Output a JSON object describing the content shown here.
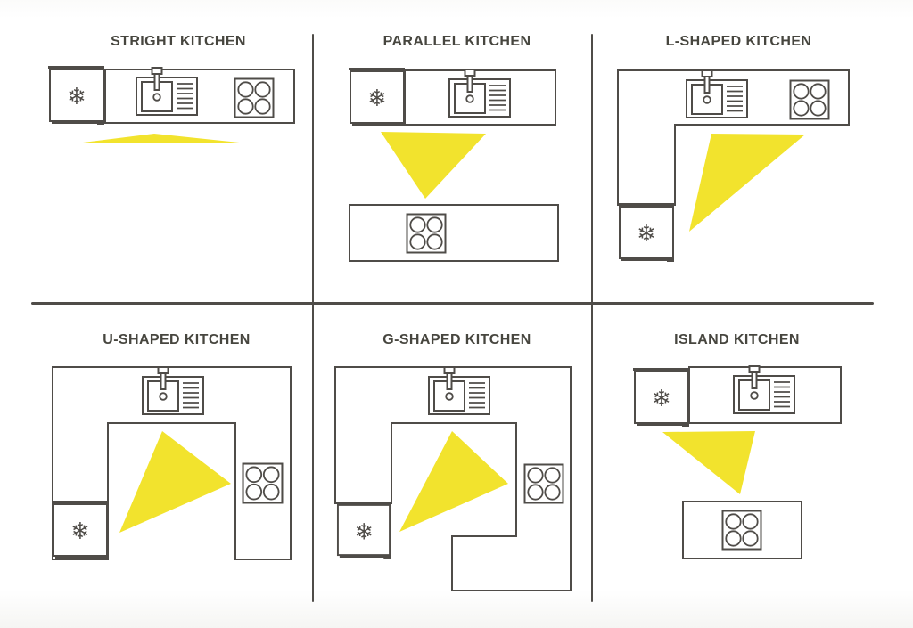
{
  "diagram": {
    "description_visible_text_only": true,
    "panels": [
      {
        "id": "straight",
        "title": "STRIGHT KITCHEN"
      },
      {
        "id": "parallel",
        "title": "PARALLEL KITCHEN"
      },
      {
        "id": "l_shaped",
        "title": "L-SHAPED KITCHEN"
      },
      {
        "id": "u_shaped",
        "title": "U-SHAPED KITCHEN"
      },
      {
        "id": "g_shaped",
        "title": "G-SHAPED KITCHEN"
      },
      {
        "id": "island",
        "title": "ISLAND KITCHEN"
      }
    ]
  },
  "glyphs": {
    "snowflake": "❄"
  },
  "icons": {
    "fridge": "snowflake-icon",
    "sink": "sink-icon",
    "stove": "burners-icon",
    "work_triangle": "work-triangle-shape"
  },
  "colors": {
    "accent_yellow": "#f2e32d",
    "line_gray": "#4f4c48",
    "text_gray": "#47463f",
    "background": "#ffffff"
  }
}
